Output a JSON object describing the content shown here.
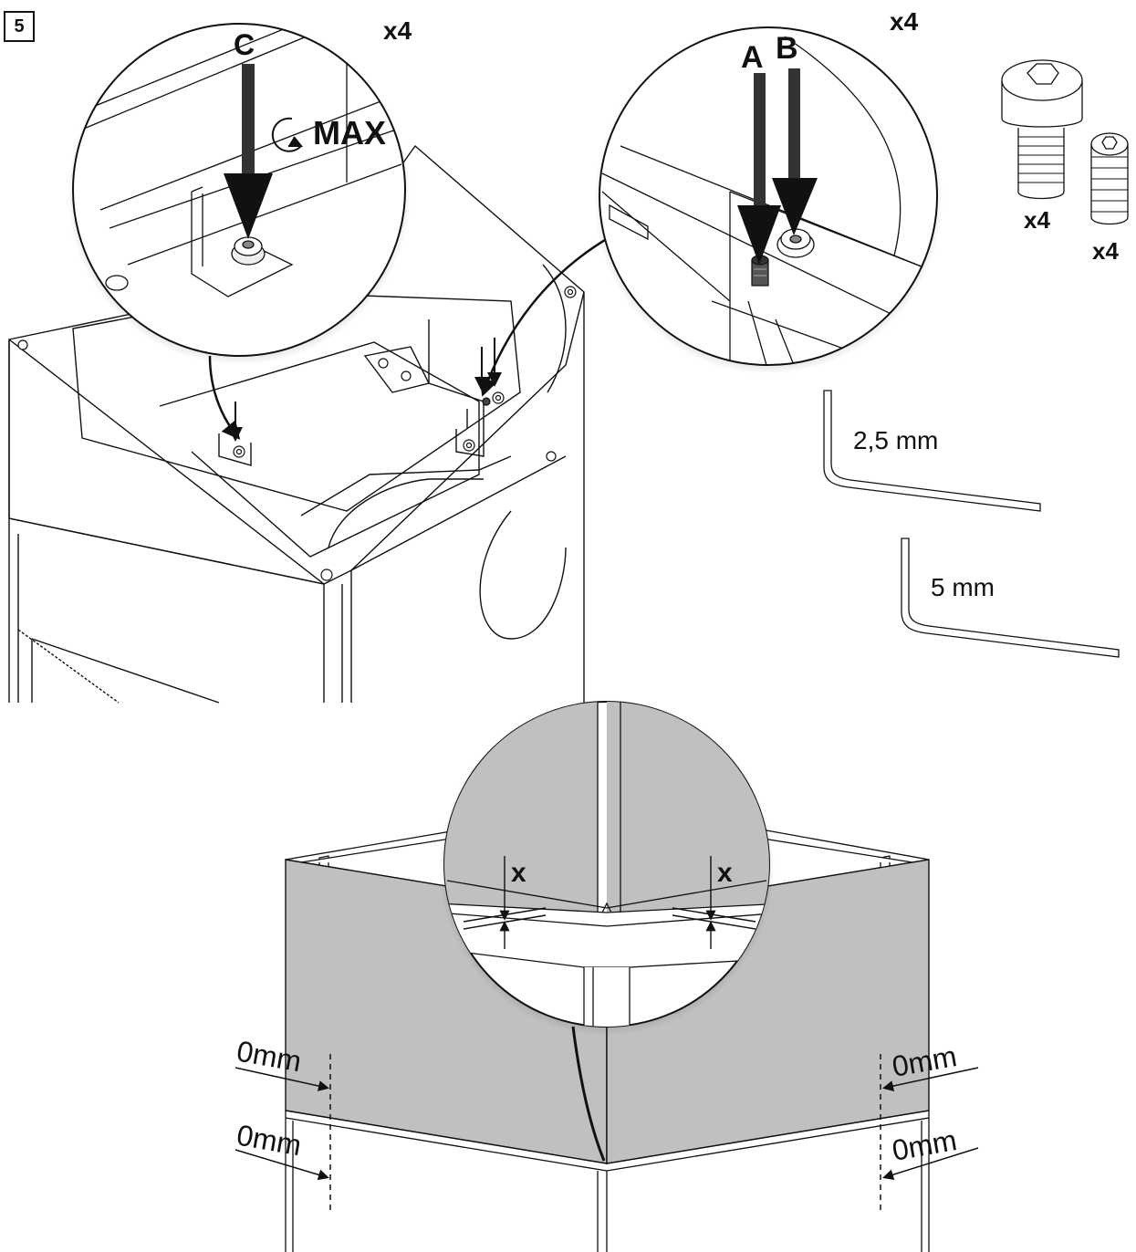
{
  "step": "5",
  "top": {
    "qty_left": "x4",
    "qty_right": "x4",
    "label_c": "C",
    "label_a": "A",
    "label_b": "B",
    "max_label": "MAX",
    "bolt_qty": "x4",
    "grub_qty": "x4",
    "key_small": "2,5 mm",
    "key_large": "5 mm"
  },
  "bottom": {
    "gap_left": "x",
    "gap_right": "x",
    "offset_upper_left": "0mm",
    "offset_lower_left": "0mm",
    "offset_upper_right": "0mm",
    "offset_lower_right": "0mm"
  },
  "colors": {
    "panel_fill": "#c0c0c0",
    "line": "#111111"
  }
}
